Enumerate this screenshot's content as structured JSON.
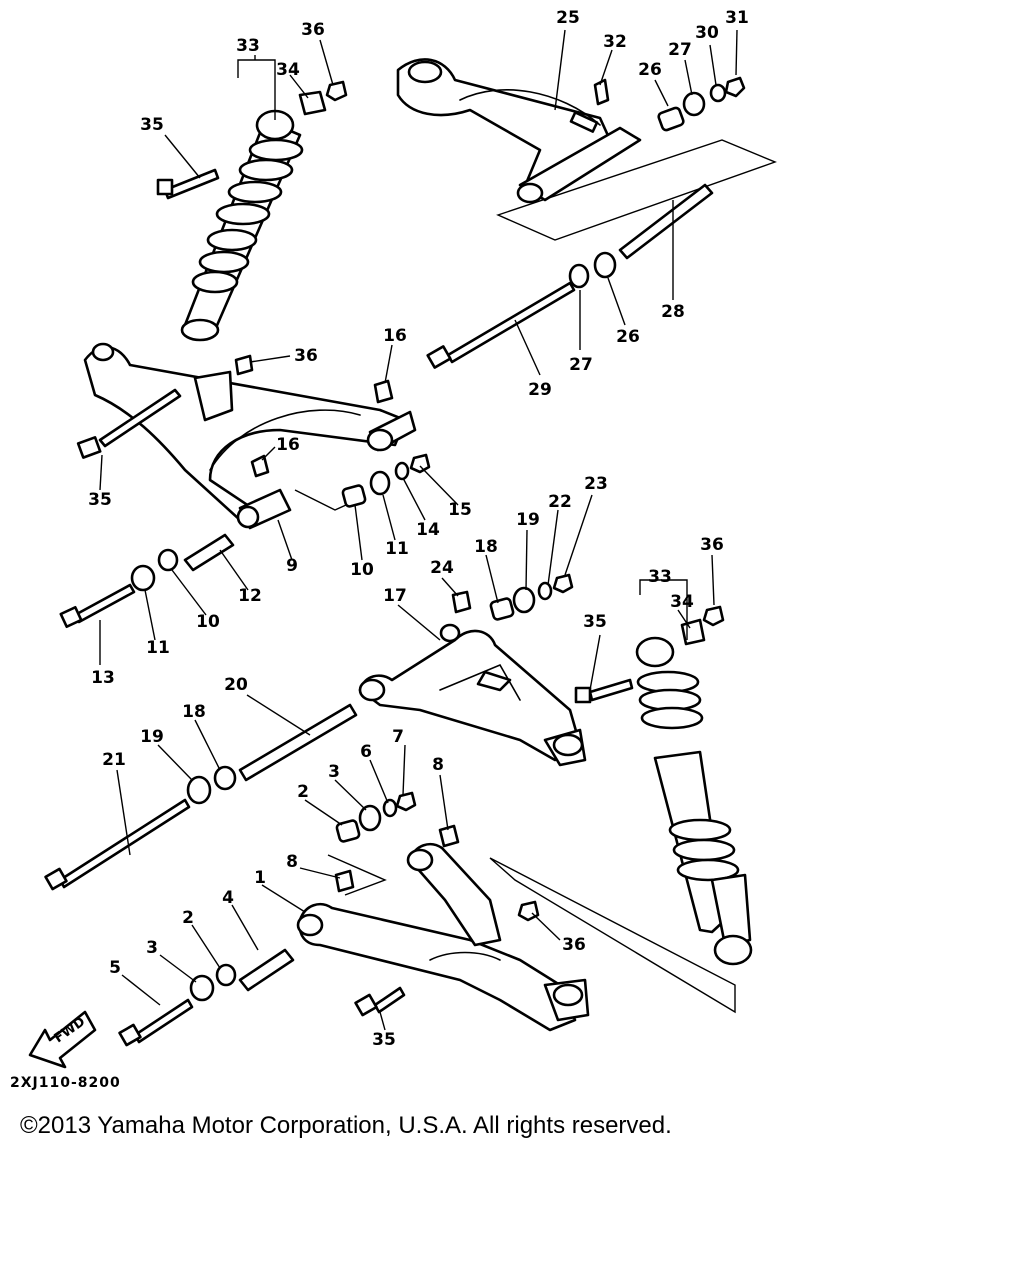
{
  "diagram": {
    "reference_code": "2XJ110-8200",
    "copyright": "©2013 Yamaha Motor Corporation, U.S.A. All rights reserved.",
    "direction_marker": "FWD",
    "callouts": {
      "c1": "1",
      "c2a": "2",
      "c2b": "2",
      "c3a": "3",
      "c3b": "3",
      "c4": "4",
      "c5": "5",
      "c6": "6",
      "c7": "7",
      "c8a": "8",
      "c8b": "8",
      "c9": "9",
      "c10a": "10",
      "c10b": "10",
      "c11a": "11",
      "c11b": "11",
      "c12": "12",
      "c13": "13",
      "c14": "14",
      "c15": "15",
      "c16a": "16",
      "c16b": "16",
      "c17": "17",
      "c18a": "18",
      "c18b": "18",
      "c19a": "19",
      "c19b": "19",
      "c20": "20",
      "c21": "21",
      "c22": "22",
      "c23": "23",
      "c24": "24",
      "c25": "25",
      "c26a": "26",
      "c26b": "26",
      "c27a": "27",
      "c27b": "27",
      "c28": "28",
      "c29": "29",
      "c30": "30",
      "c31": "31",
      "c32": "32",
      "c33a": "33",
      "c33b": "33",
      "c34a": "34",
      "c34b": "34",
      "c35a": "35",
      "c35b": "35",
      "c35c": "35",
      "c35d": "35",
      "c36a": "36",
      "c36b": "36",
      "c36c": "36",
      "c36d": "36"
    }
  }
}
